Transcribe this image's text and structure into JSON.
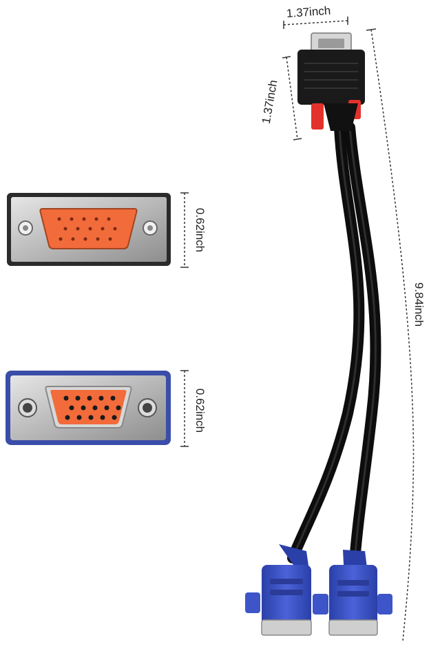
{
  "dimensions": {
    "top_width": "1.37inch",
    "top_height": "1.37inch",
    "cable_length": "9.84inch",
    "male_port_height": "0.62inch",
    "female_port_height": "0.62inch"
  },
  "colors": {
    "male_frame": "#2b2b2b",
    "female_frame": "#3a4da8",
    "pin_face": "#f26b3a",
    "plug_blue": "#3d55c9",
    "cable_black": "#141414",
    "red_tab": "#e2322b",
    "metal": "#c8c8c8"
  }
}
